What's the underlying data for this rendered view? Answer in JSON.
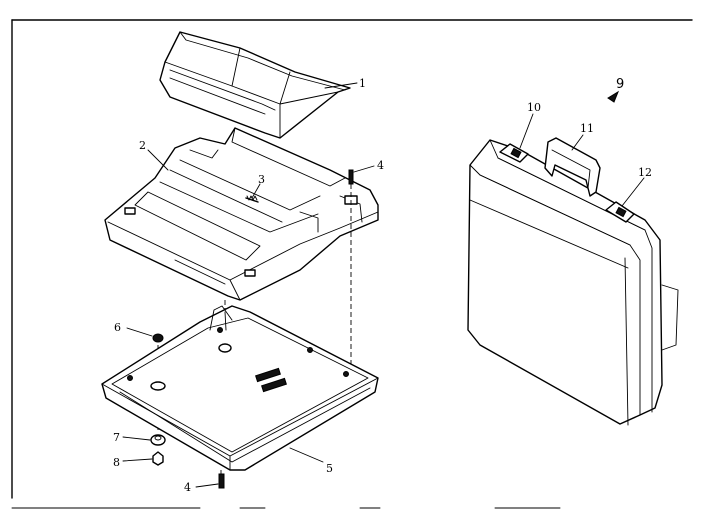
{
  "parts": [
    {
      "id": "part-1",
      "label": "1"
    },
    {
      "id": "part-2",
      "label": "2"
    },
    {
      "id": "part-3",
      "label": "3"
    },
    {
      "id": "part-4a",
      "label": "4"
    },
    {
      "id": "part-4b",
      "label": "4"
    },
    {
      "id": "part-5",
      "label": "5"
    },
    {
      "id": "part-6",
      "label": "6"
    },
    {
      "id": "part-7",
      "label": "7"
    },
    {
      "id": "part-8",
      "label": "8"
    },
    {
      "id": "part-9",
      "label": "9"
    },
    {
      "id": "part-10",
      "label": "10"
    },
    {
      "id": "part-11",
      "label": "11"
    },
    {
      "id": "part-12",
      "label": "12"
    }
  ],
  "colors": {
    "line": "#000000",
    "background": "#ffffff"
  }
}
